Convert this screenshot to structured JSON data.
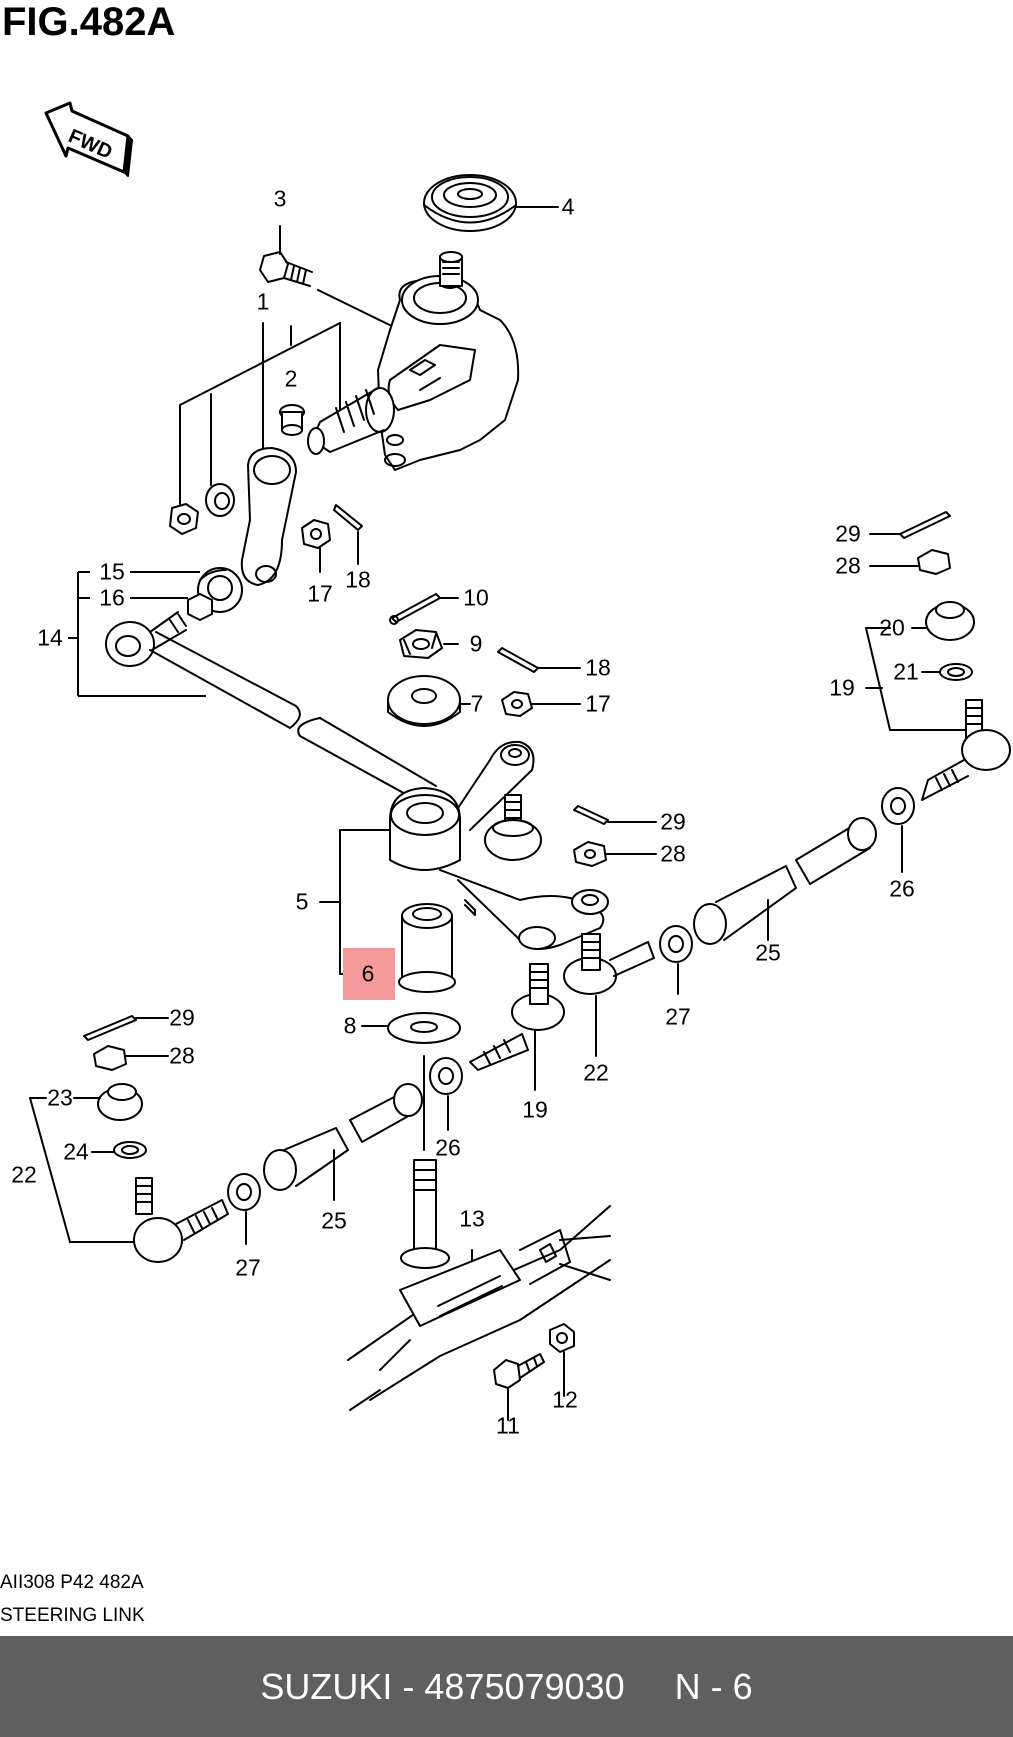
{
  "figure": {
    "title": "FIG.482A",
    "direction_marker": "FWD",
    "caption_code": "AII308 P42 482A",
    "caption_name": "STEERING LINK"
  },
  "highlight_color": "#f59a9a",
  "callouts": [
    {
      "id": "c1",
      "label": "1"
    },
    {
      "id": "c2",
      "label": "2"
    },
    {
      "id": "c3",
      "label": "3"
    },
    {
      "id": "c4",
      "label": "4"
    },
    {
      "id": "c5",
      "label": "5"
    },
    {
      "id": "c6",
      "label": "6"
    },
    {
      "id": "c7",
      "label": "7"
    },
    {
      "id": "c8",
      "label": "8"
    },
    {
      "id": "c9",
      "label": "9"
    },
    {
      "id": "c10",
      "label": "10"
    },
    {
      "id": "c11",
      "label": "11"
    },
    {
      "id": "c12",
      "label": "12"
    },
    {
      "id": "c13",
      "label": "13"
    },
    {
      "id": "c14",
      "label": "14"
    },
    {
      "id": "c15",
      "label": "15"
    },
    {
      "id": "c16",
      "label": "16"
    },
    {
      "id": "c17a",
      "label": "17"
    },
    {
      "id": "c17b",
      "label": "17"
    },
    {
      "id": "c18a",
      "label": "18"
    },
    {
      "id": "c18b",
      "label": "18"
    },
    {
      "id": "c19a",
      "label": "19"
    },
    {
      "id": "c19b",
      "label": "19"
    },
    {
      "id": "c20",
      "label": "20"
    },
    {
      "id": "c21",
      "label": "21"
    },
    {
      "id": "c22a",
      "label": "22"
    },
    {
      "id": "c22b",
      "label": "22"
    },
    {
      "id": "c23",
      "label": "23"
    },
    {
      "id": "c24",
      "label": "24"
    },
    {
      "id": "c25a",
      "label": "25"
    },
    {
      "id": "c25b",
      "label": "25"
    },
    {
      "id": "c26a",
      "label": "26"
    },
    {
      "id": "c26b",
      "label": "26"
    },
    {
      "id": "c27a",
      "label": "27"
    },
    {
      "id": "c27b",
      "label": "27"
    },
    {
      "id": "c28a",
      "label": "28"
    },
    {
      "id": "c28b",
      "label": "28"
    },
    {
      "id": "c28c",
      "label": "28"
    },
    {
      "id": "c29a",
      "label": "29"
    },
    {
      "id": "c29b",
      "label": "29"
    },
    {
      "id": "c29c",
      "label": "29"
    }
  ],
  "footer": {
    "text": "SUZUKI - 4875079030     N - 6",
    "background": "#5f5f5f"
  }
}
